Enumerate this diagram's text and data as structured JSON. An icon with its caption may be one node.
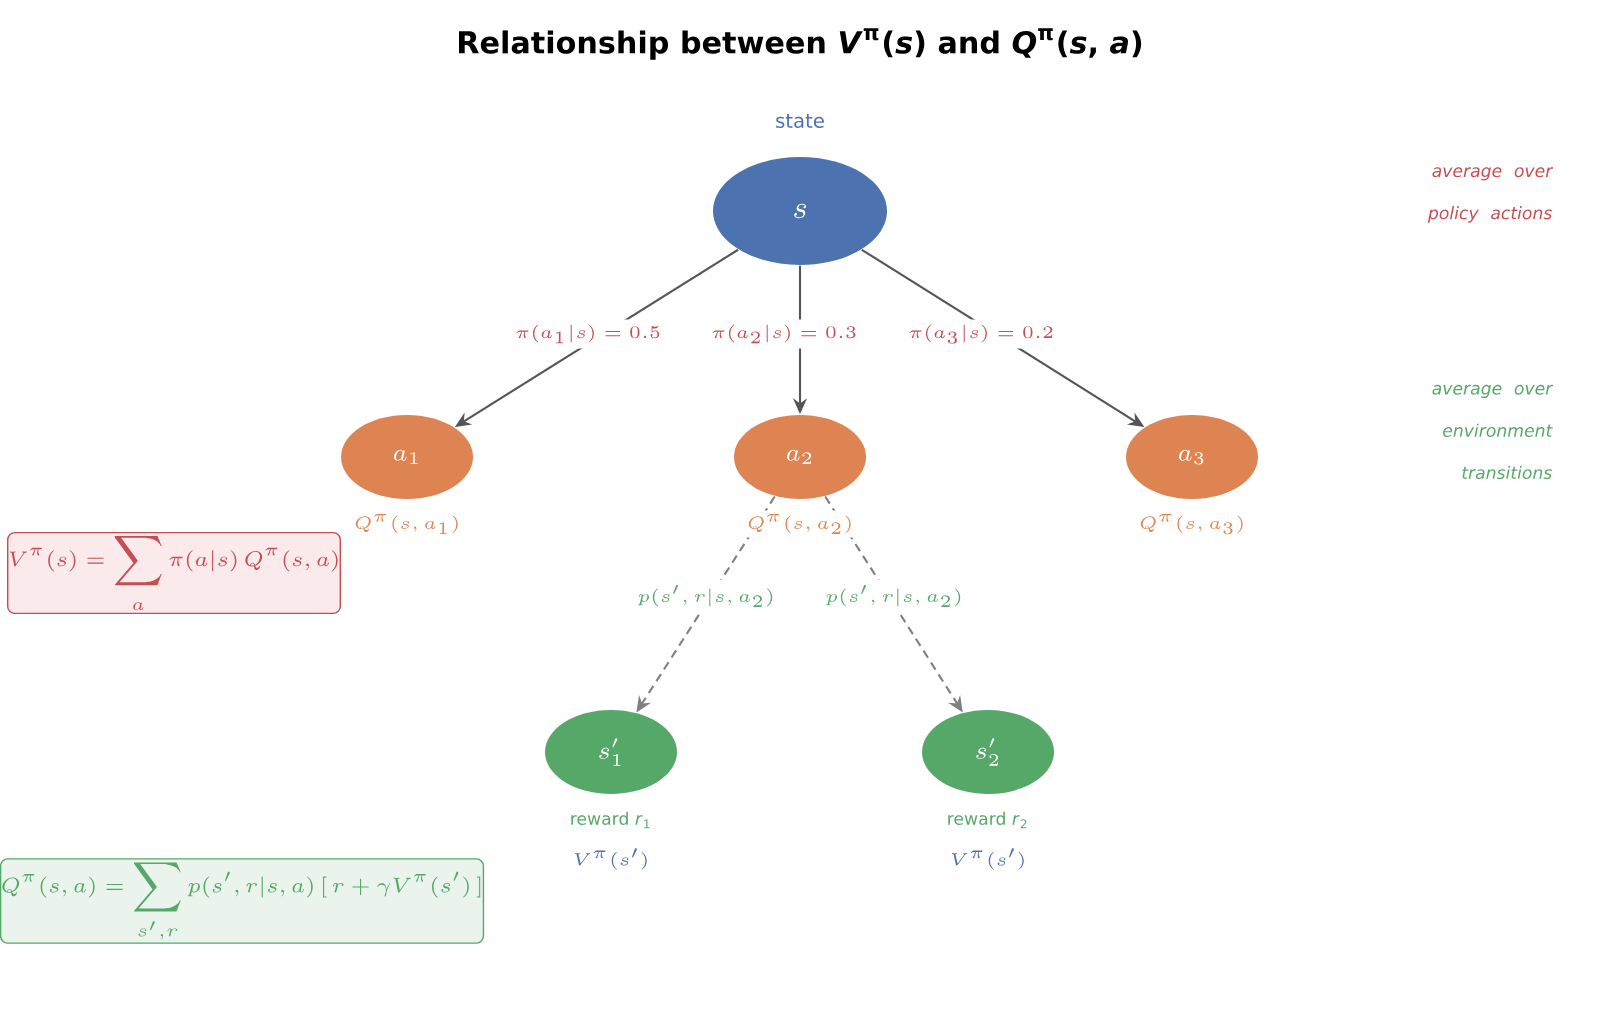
{
  "diagram": {
    "title": "Relationship between *V*$^{π}$(*s*) and *Q*$^{π}$(*s*, *a*)",
    "nodes": [
      {
        "text": [
          "s"
        ],
        "beside": [
          "state"
        ]
      },
      {
        "text": [
          "a_1"
        ],
        "beside": [
          "Q^{\\pi}(s,a_1)"
        ]
      },
      {
        "text": [
          "a_2"
        ],
        "beside": [
          "Q^{\\pi}(s,a_2)"
        ]
      },
      {
        "text": [
          "a_3"
        ],
        "beside": [
          "Q^{\\pi}(s,a_3)"
        ]
      },
      {
        "text": [
          "s'_1"
        ],
        "beside": [
          "reward *r*$_{1}$",
          "V^{\\pi}(s')"
        ]
      },
      {
        "text": [
          "s'_2"
        ],
        "beside": [
          "reward *r*$_{2}$",
          "V^{\\pi}(s')"
        ]
      },
      {
        "text": [
          "V^{\\pi}(s)=\\sum_{a}\\pi(a|s)\\,Q^{\\pi}(s,a)"
        ]
      },
      {
        "text": [
          "Q^{\\pi}(s,a)=\\sum_{s',r}p(s',r|s,a)\\,[\\,r+\\gamma V^{\\pi}(s')\\,]"
        ]
      }
    ],
    "edges": [
      {
        "from": 0,
        "to": 1,
        "arrow": "to",
        "label": "\\pi(a_1|s)=0.5"
      },
      {
        "from": 0,
        "to": 2,
        "arrow": "to",
        "label": "\\pi(a_2|s)=0.3"
      },
      {
        "from": 0,
        "to": 3,
        "arrow": "to",
        "label": "\\pi(a_3|s)=0.2"
      },
      {
        "from": 2,
        "to": 4,
        "arrow": "to",
        "label": "p(s',r|s,a_2)",
        "style": "dashed",
        "color": "#808080"
      },
      {
        "from": 2,
        "to": 5,
        "arrow": "to",
        "label": "p(s',r|s,a_2)",
        "style": "dashed",
        "color": "#808080"
      }
    ],
    "labels": [
      "average over policy actions",
      "average over environment transitions"
    ]
  }
}
